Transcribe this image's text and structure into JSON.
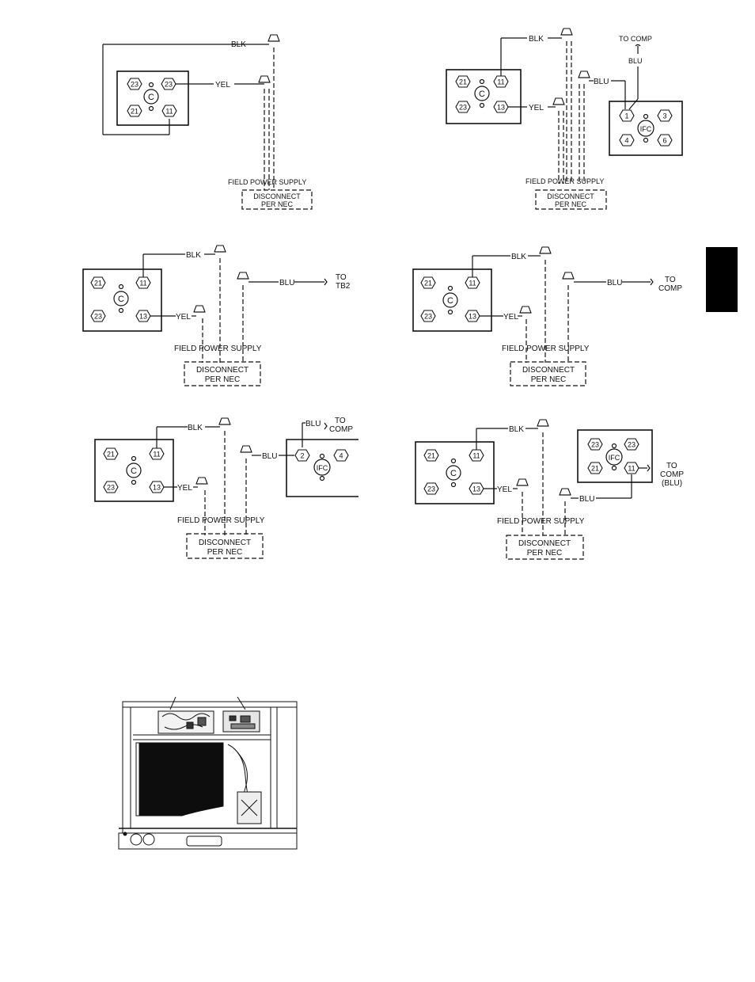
{
  "diagrams": [
    {
      "id": "d1",
      "contactor": {
        "center": "C",
        "terminals": [
          "23",
          "23",
          "21",
          "11"
        ]
      },
      "wires": [
        "BLK",
        "YEL"
      ],
      "supply_label": "FIELD POWER SUPPLY",
      "disconnect": [
        "DISCONNECT",
        "PER NEC"
      ]
    },
    {
      "id": "d2",
      "contactor": {
        "center": "C",
        "terminals": [
          "21",
          "11",
          "23",
          "13"
        ]
      },
      "wires": [
        "BLK",
        "YEL",
        "BLU",
        "BLU"
      ],
      "to_label": [
        "TO COMP"
      ],
      "ifc": {
        "center": "IFC",
        "terminals": [
          "1",
          "3",
          "4",
          "6"
        ]
      },
      "supply_label": "FIELD POWER SUPPLY",
      "disconnect": [
        "DISCONNECT",
        "PER NEC"
      ]
    },
    {
      "id": "d3",
      "contactor": {
        "center": "C",
        "terminals": [
          "21",
          "11",
          "23",
          "13"
        ]
      },
      "wires": [
        "BLK",
        "YEL",
        "BLU"
      ],
      "to_label": [
        "TO",
        "TB2"
      ],
      "supply_label": "FIELD POWER SUPPLY",
      "disconnect": [
        "DISCONNECT",
        "PER NEC"
      ]
    },
    {
      "id": "d4",
      "contactor": {
        "center": "C",
        "terminals": [
          "21",
          "11",
          "23",
          "13"
        ]
      },
      "wires": [
        "BLK",
        "YEL",
        "BLU"
      ],
      "to_label": [
        "TO",
        "COMP"
      ],
      "supply_label": "FIELD POWER SUPPLY",
      "disconnect": [
        "DISCONNECT",
        "PER NEC"
      ]
    },
    {
      "id": "d5",
      "contactor": {
        "center": "C",
        "terminals": [
          "21",
          "11",
          "23",
          "13"
        ]
      },
      "wires": [
        "BLK",
        "YEL",
        "BLU",
        "BLU"
      ],
      "to_label": [
        "TO",
        "COMP"
      ],
      "ifc": {
        "center": "IFC",
        "terminals": [
          "2",
          "4"
        ]
      },
      "supply_label": "FIELD POWER SUPPLY",
      "disconnect": [
        "DISCONNECT",
        "PER NEC"
      ]
    },
    {
      "id": "d6",
      "contactor": {
        "center": "C",
        "terminals": [
          "21",
          "11",
          "23",
          "13"
        ]
      },
      "wires": [
        "BLK",
        "YEL",
        "BLU"
      ],
      "to_label": [
        "TO",
        "COMP",
        "(BLU)"
      ],
      "ifc": {
        "center": "IFC",
        "terminals": [
          "23",
          "23",
          "21",
          "11"
        ]
      },
      "supply_label": "FIELD POWER SUPPLY",
      "disconnect": [
        "DISCONNECT",
        "PER NEC"
      ]
    }
  ]
}
